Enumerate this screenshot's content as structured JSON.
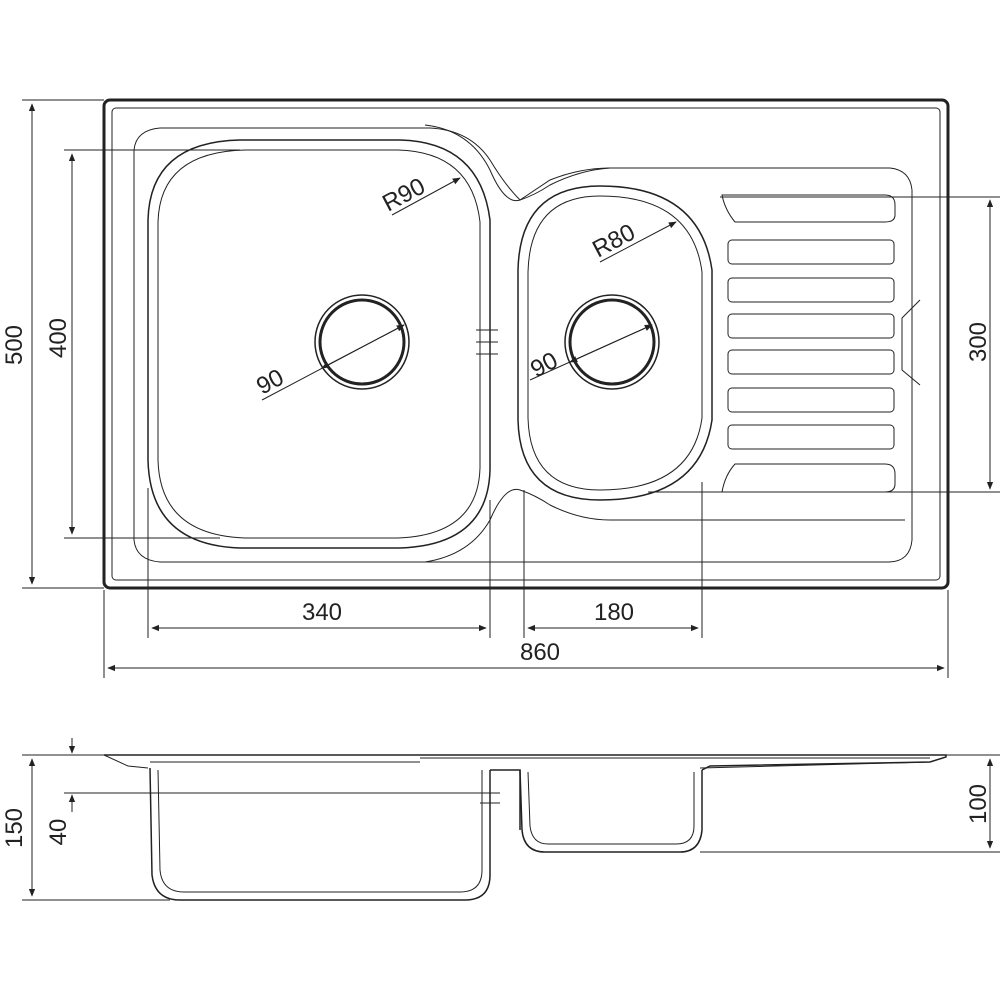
{
  "dimensions": {
    "total_width": "860",
    "total_depth": "500",
    "main_bowl_depth": "400",
    "main_bowl_width": "340",
    "small_bowl_width": "180",
    "drainer_depth": "300",
    "main_bowl_radius": "R90",
    "small_bowl_radius": "R80",
    "main_drain_diameter": "90",
    "small_drain_diameter": "90",
    "profile_total_height": "150",
    "profile_rim_offset": "40",
    "profile_small_bowl_height": "100"
  },
  "colors": {
    "line": "#222222",
    "background": "#ffffff"
  }
}
